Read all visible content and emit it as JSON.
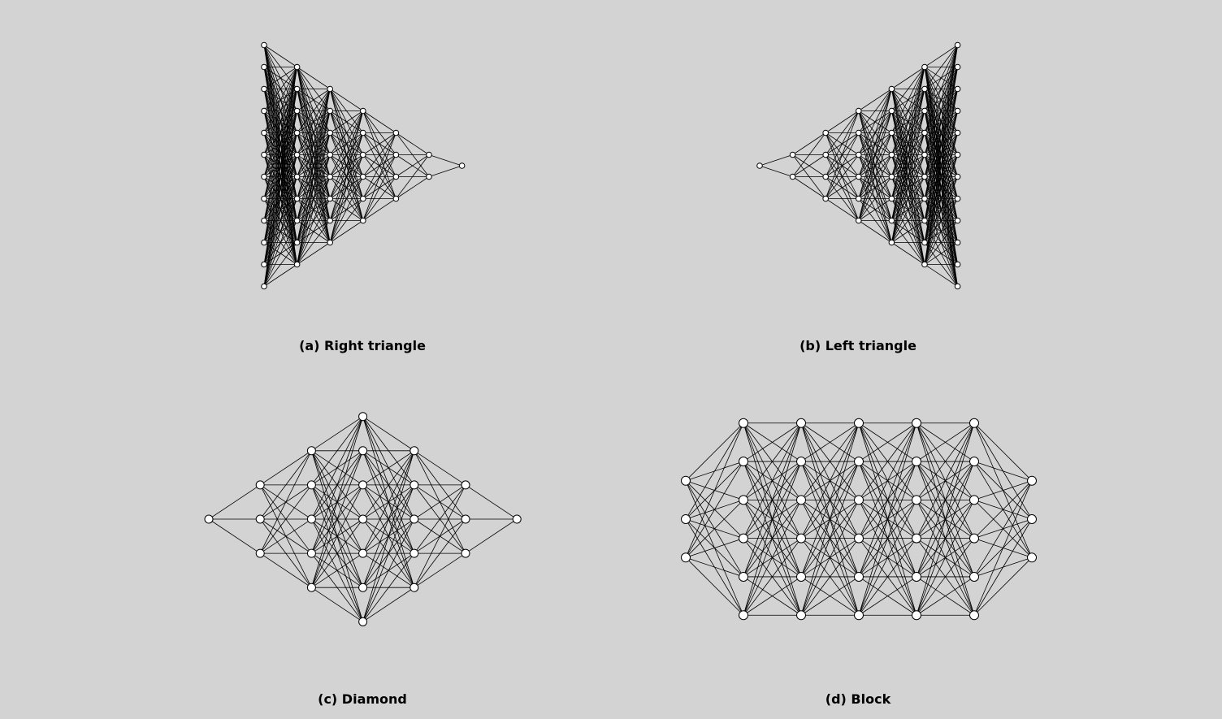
{
  "figure": {
    "background": "#d3d3d3",
    "edge_color": "#000000",
    "node_fill": "#ffffff",
    "node_stroke": "#000000"
  },
  "panels": [
    {
      "id": "a",
      "caption": "(a) Right triangle",
      "layers": [
        12,
        10,
        8,
        6,
        4,
        2,
        1
      ],
      "connectivity": "fully-connected"
    },
    {
      "id": "b",
      "caption": "(b) Left triangle",
      "layers": [
        1,
        2,
        4,
        6,
        8,
        10,
        12
      ],
      "connectivity": "fully-connected"
    },
    {
      "id": "c",
      "caption": "(c) Diamond",
      "layers": [
        1,
        3,
        5,
        7,
        5,
        3,
        1
      ],
      "connectivity": "fully-connected"
    },
    {
      "id": "d",
      "caption": "(d) Block",
      "layers": [
        3,
        6,
        6,
        6,
        6,
        6,
        3
      ],
      "connectivity": "fully-connected"
    }
  ]
}
